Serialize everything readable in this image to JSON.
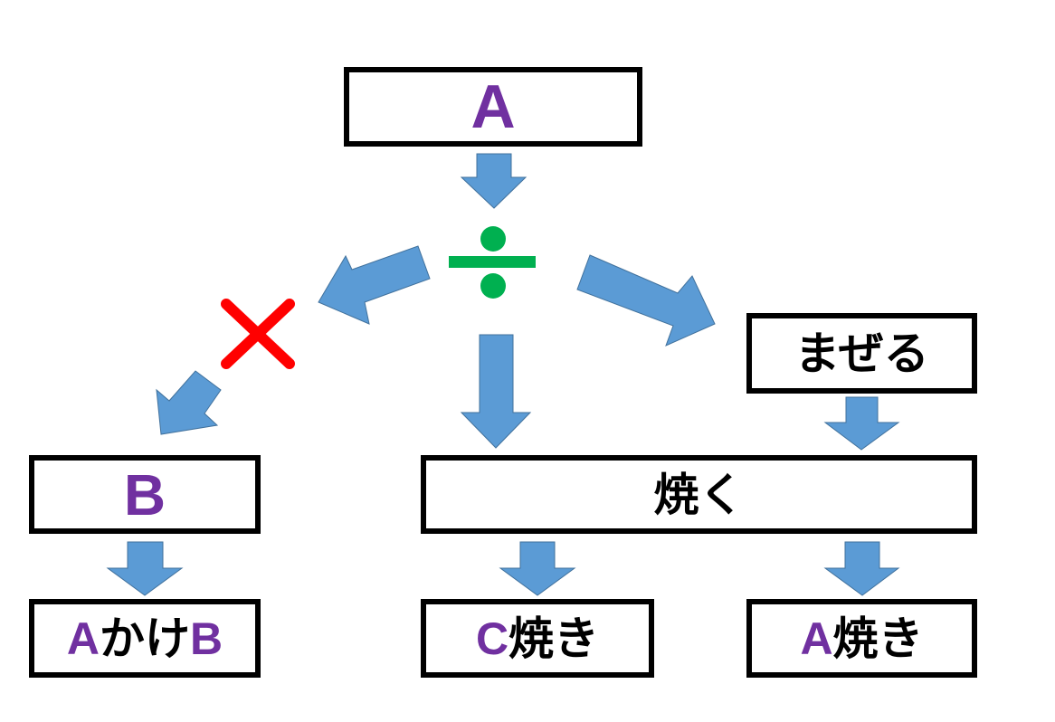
{
  "colors": {
    "arrow_fill": "#5B9BD5",
    "arrow_stroke": "#41719C",
    "box_border": "#000000",
    "accent_text": "#7030A0",
    "divide_sign": "#00B050",
    "cross_mark": "#FF0000"
  },
  "nodes": {
    "top": {
      "letter": "A"
    },
    "mazeru": {
      "label": "まぜる"
    },
    "b": {
      "letter": "B"
    },
    "yaku": {
      "label": "焼く"
    },
    "a_kake_b": {
      "prefix": "A",
      "middle": "かけ",
      "suffix": "B"
    },
    "c_yaki": {
      "prefix": "C",
      "suffix": "焼き"
    },
    "a_yaki": {
      "prefix": "A",
      "suffix": "焼き"
    }
  },
  "symbols": {
    "divide": "divide-sign-icon",
    "cross": "cross-mark-icon"
  }
}
